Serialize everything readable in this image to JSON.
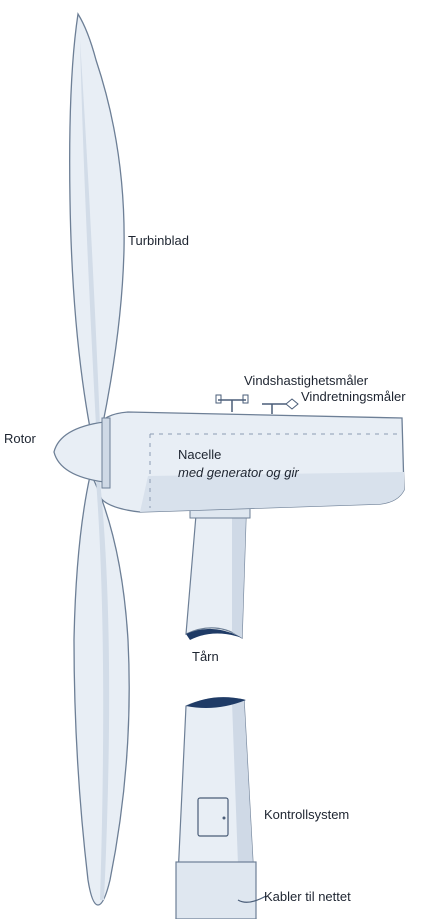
{
  "labels": {
    "turbinblad": "Turbinblad",
    "vindshastighetsmaler": "Vindshastighetsmåler",
    "vindretningsmaler": "Vindretningsmåler",
    "rotor": "Rotor",
    "nacelle": "Nacelle",
    "nacelle_sub": "med generator og gir",
    "tarn": "Tårn",
    "kontrollsystem": "Kontrollsystem",
    "kabler": "Kabler til nettet"
  },
  "colors": {
    "fill": "#e8eef5",
    "fill_dark": "#cfd9e6",
    "outline": "#6d7f96",
    "accent": "#1f3b66"
  }
}
